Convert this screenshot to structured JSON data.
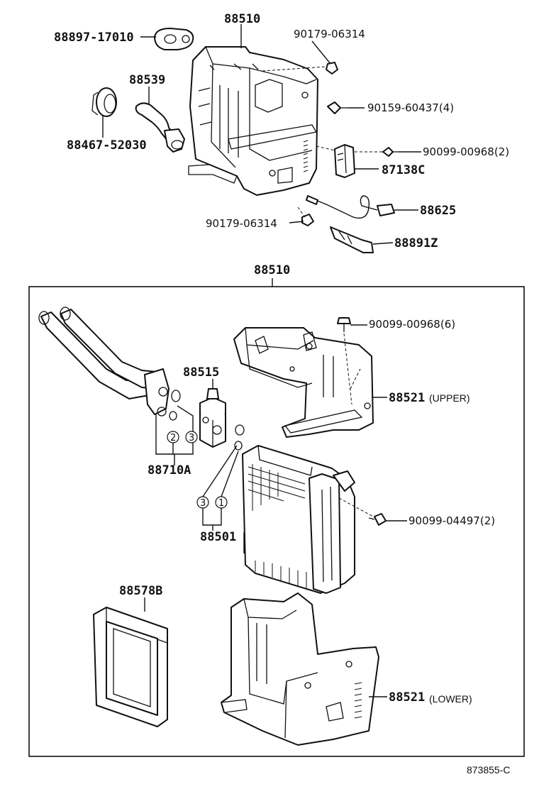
{
  "upper_section": {
    "assembly_label": "88510",
    "labels": {
      "grommet": "88897-17010",
      "hose": "88539",
      "plug": "88467-52030",
      "clip_top": "90179-06314",
      "screw_a": "90159-60437(4)",
      "screw_b": "90099-00968(2)",
      "amplifier": "87138C",
      "sensor": "88625",
      "clamp": "88891Z",
      "clip_bottom": "90179-06314"
    }
  },
  "kit": {
    "label": "88510",
    "labels": {
      "pipes": "88710A",
      "valve": "88515",
      "screw_top": "90099-00968(6)",
      "case_upper": "88521",
      "case_upper_note": "(UPPER)",
      "evaporator": "88501",
      "screw_side": "90099-04497(2)",
      "seal": "88578B",
      "case_lower": "88521",
      "case_lower_note": "(LOWER)"
    },
    "oring_marks": {
      "a": "2",
      "b": "3",
      "c": "3",
      "d": "1"
    }
  },
  "reference_code": "873855-C"
}
